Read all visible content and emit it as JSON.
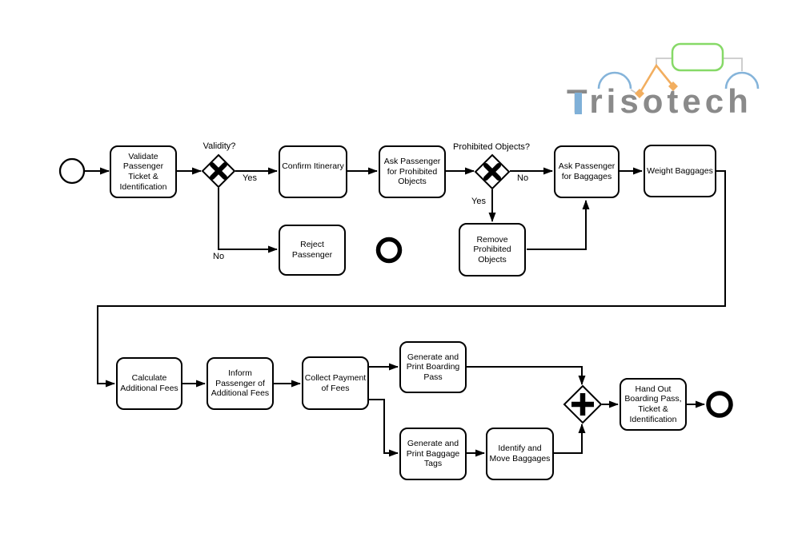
{
  "diagram": {
    "tasks": {
      "validate": {
        "label": "Validate Passenger Ticket & Identification"
      },
      "confirm_itinerary": {
        "label": "Confirm Itinerary",
        "subprocess_marker": "+"
      },
      "ask_prohibited": {
        "label": "Ask Passenger for Prohibited Objects"
      },
      "ask_baggages": {
        "label": "Ask Passenger for Baggages"
      },
      "weight_baggages": {
        "label": "Weight Baggages"
      },
      "reject_passenger": {
        "label": "Reject Passenger"
      },
      "remove_prohibited": {
        "label": "Remove Prohibited Objects"
      },
      "calculate_fees": {
        "label": "Calculate Additional Fees"
      },
      "inform_fees": {
        "label": "Inform Passenger of Additional Fees"
      },
      "collect_payment": {
        "label": "Collect Payment of Fees"
      },
      "generate_boarding_pass": {
        "label": "Generate and Print Boarding Pass"
      },
      "generate_baggage_tags": {
        "label": "Generate and Print Baggage Tags"
      },
      "identify_move": {
        "label": "Identify and Move Baggages"
      },
      "hand_out": {
        "label": "Hand Out Boarding Pass, Ticket & Identification"
      }
    },
    "gateways": {
      "validity": {
        "label": "Validity?",
        "type": "exclusive"
      },
      "prohibited": {
        "label": "Prohibited Objects?",
        "type": "exclusive"
      },
      "join": {
        "type": "parallel"
      }
    },
    "edge_labels": {
      "validity_yes": "Yes",
      "validity_no": "No",
      "prohibited_no": "No",
      "prohibited_yes": "Yes"
    },
    "colors": {
      "stroke": "#000000",
      "fill": "#ffffff"
    }
  },
  "logo": {
    "text": "Trisotech",
    "colors": {
      "gray": "#8a8a8a",
      "blue": "#7fb0d8",
      "green": "#86d967",
      "orange": "#f2ae5f",
      "connector_gray": "#c9c9c9"
    }
  }
}
